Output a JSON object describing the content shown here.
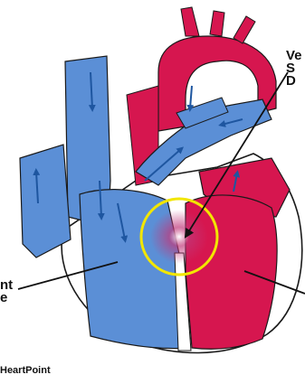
{
  "labels": {
    "vsd": [
      "Ve",
      "S",
      "D"
    ],
    "left_cut": [
      "nt",
      "e"
    ],
    "credit": "HeartPoint"
  },
  "colors": {
    "oxygen_poor": "#5b8fd6",
    "oxygen_rich": "#d6164f",
    "outline": "#1a1a1a",
    "highlight_circle": "#f2e600",
    "arrow": "#1e56a0"
  }
}
